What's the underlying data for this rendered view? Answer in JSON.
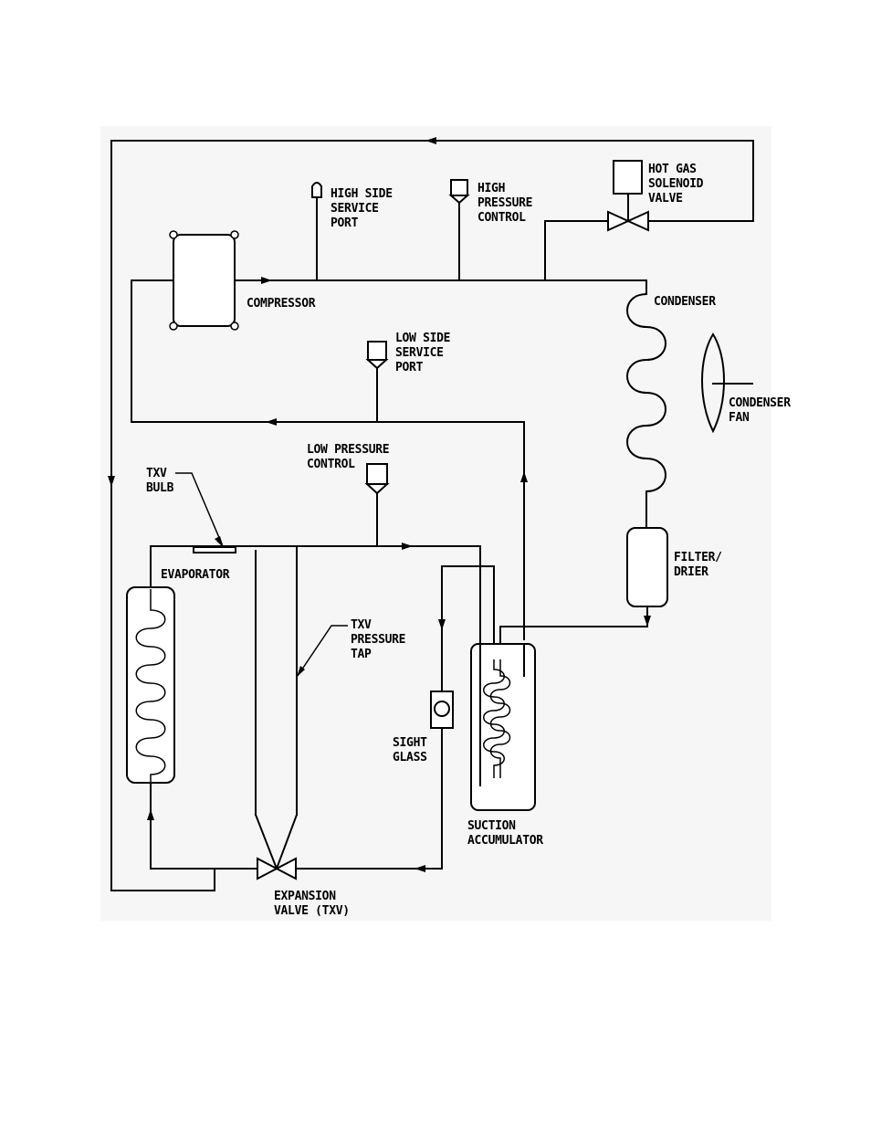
{
  "labels": {
    "compressor": "COMPRESSOR",
    "high_side_service_port": [
      "HIGH SIDE",
      "SERVICE",
      "PORT"
    ],
    "high_pressure_control": [
      "HIGH",
      "PRESSURE",
      "CONTROL"
    ],
    "hot_gas_solenoid_valve": [
      "HOT GAS",
      "SOLENOID",
      "VALVE"
    ],
    "condenser": "CONDENSER",
    "condenser_fan": [
      "CONDENSER",
      "FAN"
    ],
    "low_side_service_port": [
      "LOW SIDE",
      "SERVICE",
      "PORT"
    ],
    "low_pressure_control": [
      "LOW PRESSURE",
      "CONTROL"
    ],
    "txv_bulb": [
      "TXV",
      "BULB"
    ],
    "evaporator": "EVAPORATOR",
    "txv_pressure_tap": [
      "TXV",
      "PRESSURE",
      "TAP"
    ],
    "filter_drier": [
      "FILTER/",
      "DRIER"
    ],
    "sight_glass": [
      "SIGHT",
      "GLASS"
    ],
    "suction_accumulator": [
      "SUCTION",
      "ACCUMULATOR"
    ],
    "expansion_valve": [
      "EXPANSION",
      "VALVE (TXV)"
    ]
  }
}
